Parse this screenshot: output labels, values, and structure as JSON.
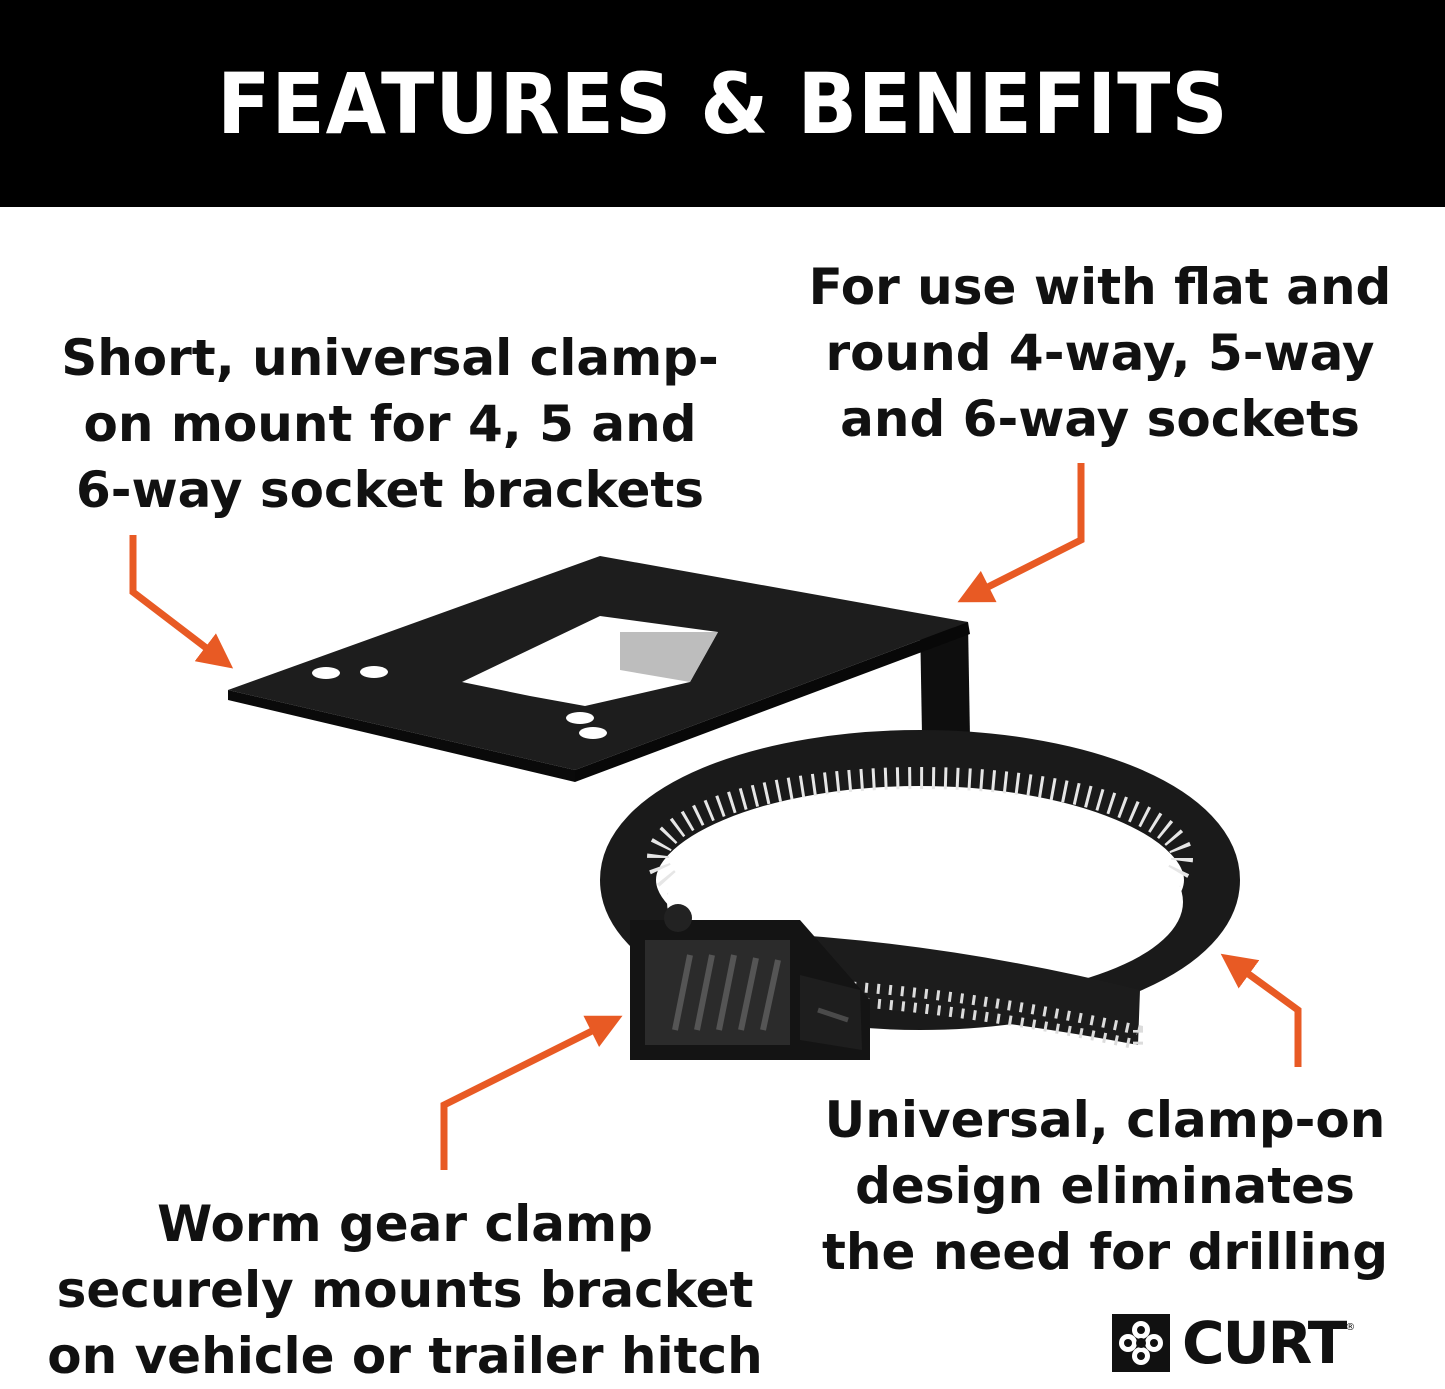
{
  "banner": {
    "title": "FEATURES & BENEFITS"
  },
  "callouts": {
    "top_left": "Short, universal clamp-\non mount for 4, 5 and\n6-way socket brackets",
    "top_right": "For use with flat and\nround 4-way, 5-way\nand 6-way sockets",
    "bottom_left": "Worm gear clamp\nsecurely mounts bracket\non vehicle or trailer hitch",
    "bottom_right": "Universal, clamp-on\ndesign eliminates\nthe need for drilling"
  },
  "logo": {
    "text": "CURT",
    "mark": "®",
    "icon": "curt-flower-icon"
  },
  "colors": {
    "banner": "#000000",
    "arrow": "#e85a24",
    "text": "#111111",
    "metal": "#1a1a1a"
  }
}
